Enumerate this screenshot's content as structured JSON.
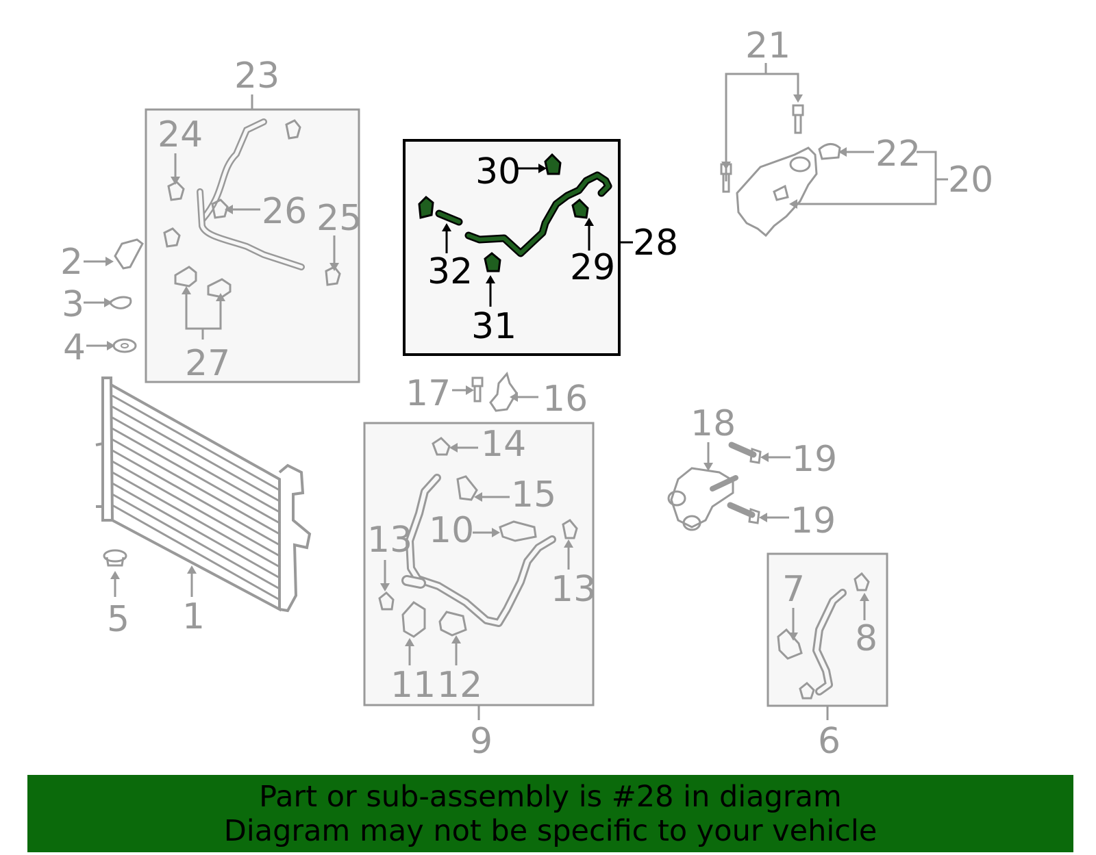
{
  "colors": {
    "part_gray": "#999999",
    "panel_fill": "#f7f7f7",
    "highlight_green": "#1f5f1f",
    "banner_bg": "#0b6a0b",
    "highlight_label": "#000000"
  },
  "labels": {
    "l1": "1",
    "l2": "2",
    "l3": "3",
    "l4": "4",
    "l5": "5",
    "l6": "6",
    "l7": "7",
    "l8": "8",
    "l9": "9",
    "l10": "10",
    "l11": "11",
    "l12": "12",
    "l13a": "13",
    "l13b": "13",
    "l14": "14",
    "l15": "15",
    "l16": "16",
    "l17": "17",
    "l18": "18",
    "l19a": "19",
    "l19b": "19",
    "l20": "20",
    "l21": "21",
    "l22": "22",
    "l23": "23",
    "l24": "24",
    "l25": "25",
    "l26": "26",
    "l27": "27",
    "l28": "28",
    "l29": "29",
    "l30": "30",
    "l31": "31",
    "l32": "32"
  },
  "banner": {
    "line1": "Part or sub-assembly is #28 in diagram",
    "line2": "Diagram may not be specific to your vehicle"
  }
}
